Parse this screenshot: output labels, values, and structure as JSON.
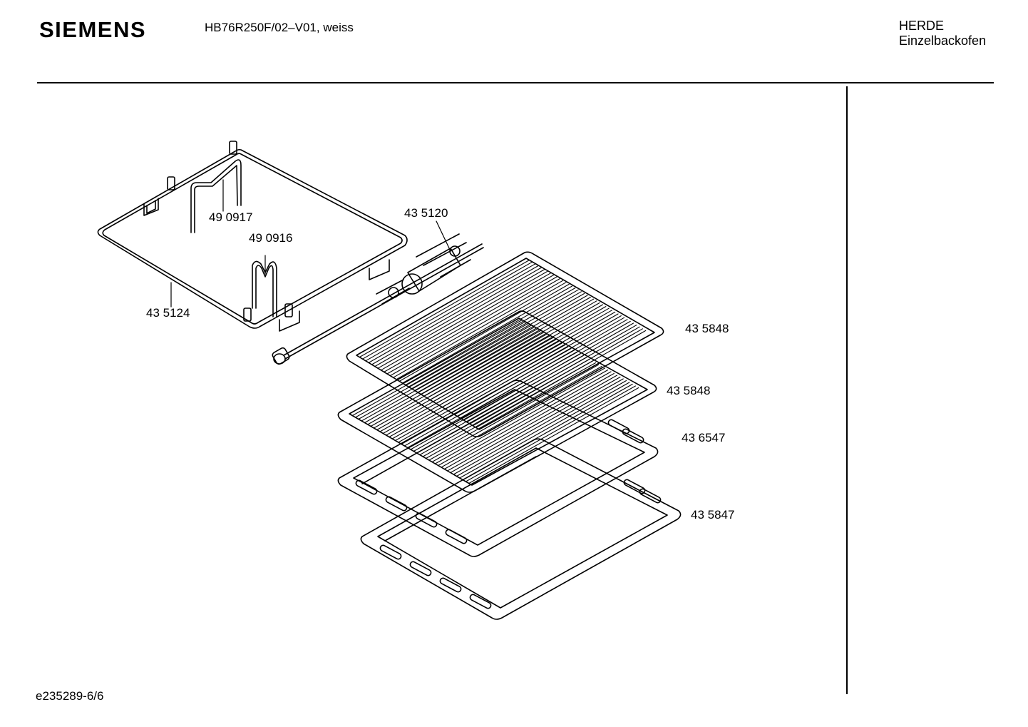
{
  "header": {
    "brand": "SIEMENS",
    "model": "HB76R250F/02–V01, weiss",
    "category_line1": "HERDE",
    "category_line2": "Einzelbackofen"
  },
  "footer": {
    "doc_id": "e235289-6/6"
  },
  "parts": [
    {
      "id": "p-490917",
      "label": "49 0917"
    },
    {
      "id": "p-490916",
      "label": "49 0916"
    },
    {
      "id": "p-435124",
      "label": "43 5124"
    },
    {
      "id": "p-435120",
      "label": "43 5120"
    },
    {
      "id": "p-435848-a",
      "label": "43 5848"
    },
    {
      "id": "p-435848-b",
      "label": "43 5848"
    },
    {
      "id": "p-436547",
      "label": "43 6547"
    },
    {
      "id": "p-435847",
      "label": "43 5847"
    }
  ]
}
